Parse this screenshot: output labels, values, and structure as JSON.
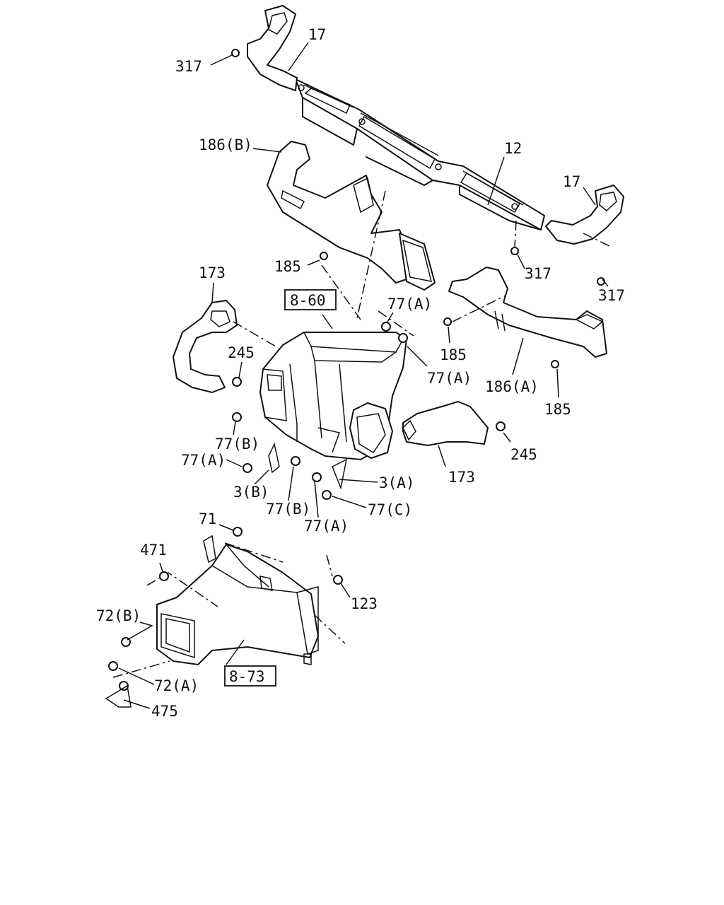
{
  "labels": {
    "l317a": "317",
    "l17a": "17",
    "l186b": "186(B)",
    "l12": "12",
    "l17b": "17",
    "l185a": "185",
    "l317b": "317",
    "l317c": "317",
    "l173a": "173",
    "l77a1": "77(A)",
    "l245a": "245",
    "l77a2": "77(A)",
    "l185b": "185",
    "l186a": "186(A)",
    "l185c": "185",
    "l77b1": "77(B)",
    "l77a3": "77(A)",
    "l245b": "245",
    "l3b": "3(B)",
    "l3a": "3(A)",
    "l173b": "173",
    "l77b2": "77(B)",
    "l77c": "77(C)",
    "l77a4": "77(A)",
    "l71": "71",
    "l471": "471",
    "l123": "123",
    "l72b": "72(B)",
    "l72a": "72(A)",
    "l475": "475"
  },
  "refs": {
    "r860": "8-60",
    "r873": "8-73"
  }
}
